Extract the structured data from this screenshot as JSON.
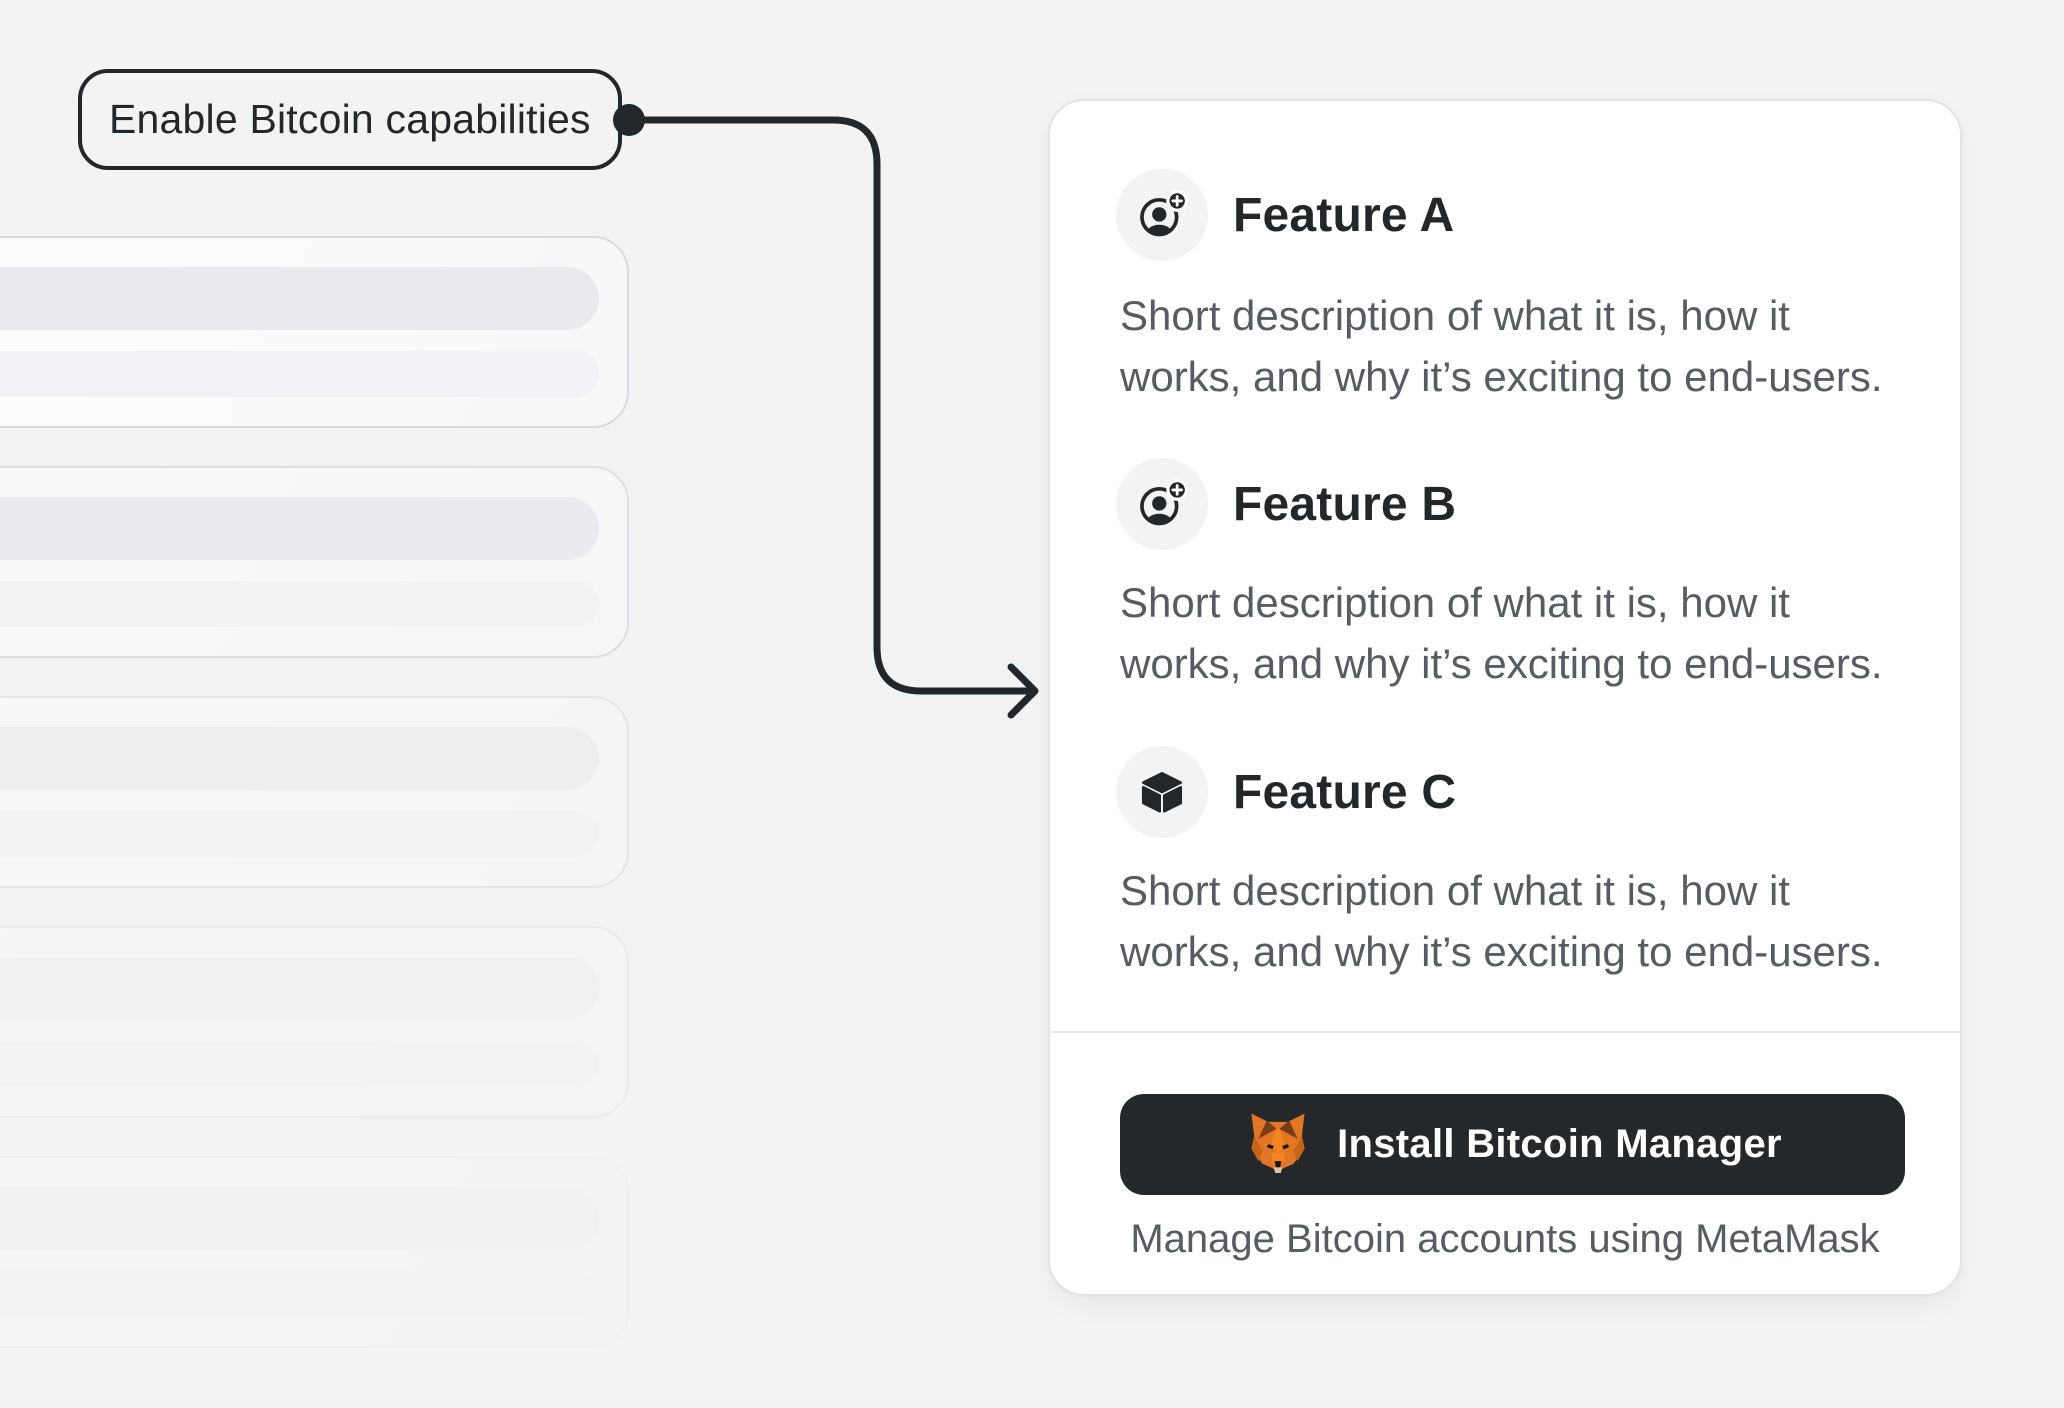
{
  "callout": {
    "label": "Enable Bitcoin capabilities"
  },
  "connector": {
    "type": "elbow-arrow",
    "color": "#24272a"
  },
  "skeleton_list": {
    "card_count": 5
  },
  "card": {
    "features": [
      {
        "icon": "account-add-icon",
        "title": "Feature A",
        "description_lines": [
          "Short description of what it is, how it",
          "works, and why it’s exciting to end-users."
        ]
      },
      {
        "icon": "account-add-icon",
        "title": "Feature B",
        "description_lines": [
          "Short description of what it is, how it",
          "works, and why it’s exciting to end-users."
        ]
      },
      {
        "icon": "cube-icon",
        "title": "Feature C",
        "description_lines": [
          "Short description of what it is, how it",
          "works, and why it’s exciting to end-users."
        ]
      }
    ],
    "footer": {
      "button": {
        "icon": "metamask-fox-icon",
        "label": "Install Bitcoin Manager"
      },
      "caption": "Manage Bitcoin accounts using MetaMask"
    }
  },
  "colors": {
    "background": "#f3f3f4",
    "dark": "#24272a",
    "muted_text": "#575c63",
    "card_background": "#ffffff",
    "fox_orange": "#e27625",
    "fox_brown": "#763d16"
  }
}
